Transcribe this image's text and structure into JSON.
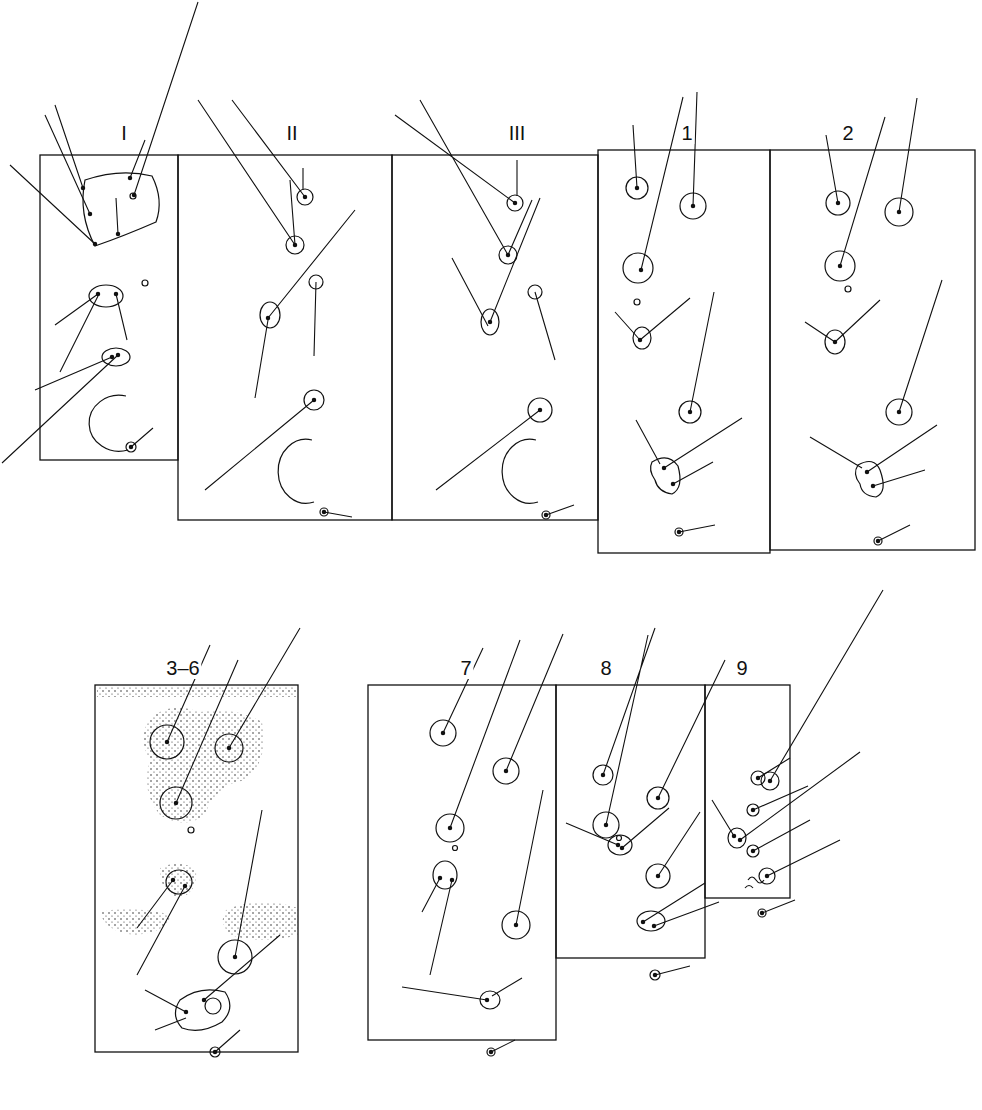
{
  "diagram": {
    "labels": [
      "I",
      "II",
      "III",
      "1",
      "2",
      "3–6",
      "7",
      "8",
      "9"
    ]
  }
}
